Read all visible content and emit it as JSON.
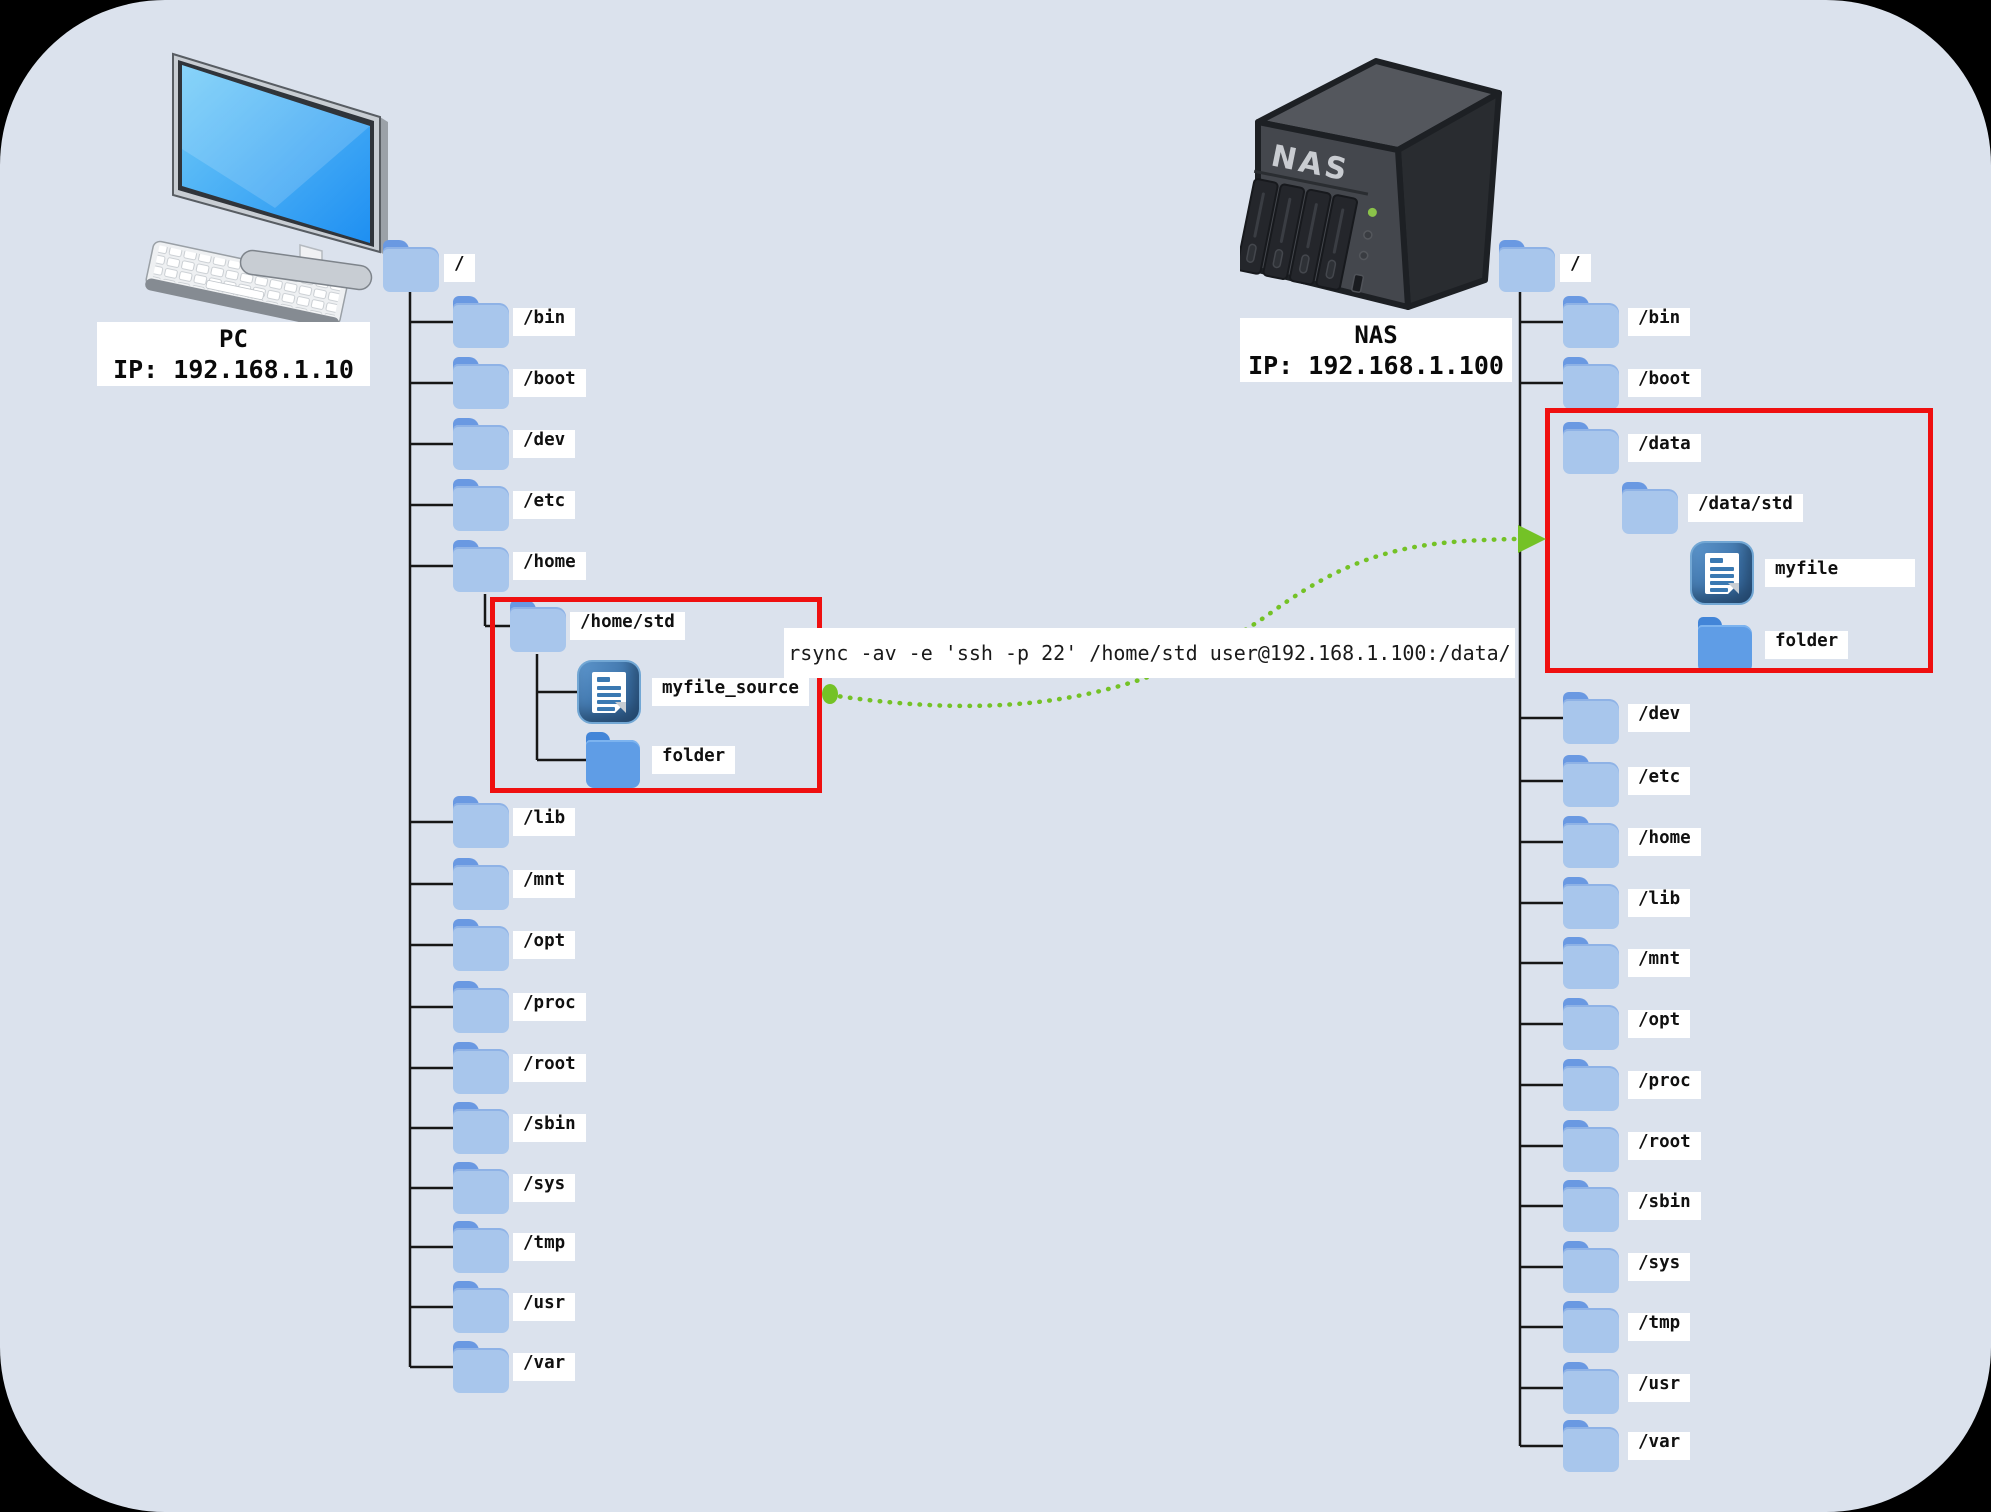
{
  "pc": {
    "title": "PC",
    "ip": "IP: 192.168.1.10",
    "root_label": "/",
    "items": [
      "/bin",
      "/boot",
      "/dev",
      "/etc",
      "/home",
      "/lib",
      "/mnt",
      "/opt",
      "/proc",
      "/root",
      "/sbin",
      "/sys",
      "/tmp",
      "/usr",
      "/var"
    ],
    "highlight": {
      "dir_label": "/home/std",
      "file_label": "myfile_source",
      "folder_label": "folder"
    }
  },
  "nas": {
    "title": "NAS",
    "device_text": "NAS",
    "ip": "IP: 192.168.1.100",
    "root_label": "/",
    "items": [
      "/bin",
      "/boot",
      "/dev",
      "/etc",
      "/home",
      "/lib",
      "/mnt",
      "/opt",
      "/proc",
      "/root",
      "/sbin",
      "/sys",
      "/tmp",
      "/usr",
      "/var"
    ],
    "highlight": {
      "dir_label": "/data",
      "subdir_label": "/data/std",
      "file_label": "myfile",
      "folder_label": "folder"
    }
  },
  "command": {
    "text": "rsync -av -e 'ssh -p 22' /home/std user@192.168.1.100:/data/"
  },
  "colors": {
    "canvas_bg": "#dbe2ed",
    "highlight_red": "#ef1010",
    "arrow_green": "#74c226",
    "tree_line": "#161616",
    "folder_tab": "#6a99e2",
    "folder_body": "#a8c6ec"
  }
}
